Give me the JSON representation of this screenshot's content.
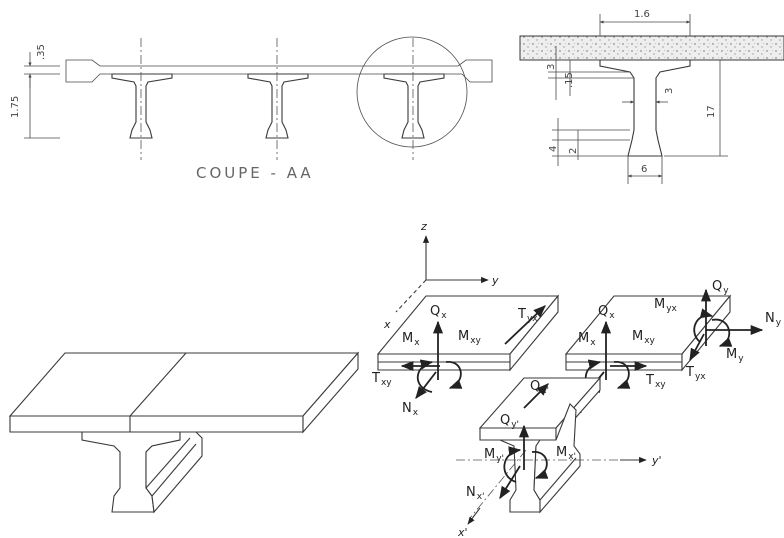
{
  "cross_section": {
    "caption": "COUPE - AA",
    "dims": {
      "slab": ".35",
      "height": "1.75"
    }
  },
  "detail": {
    "dims": {
      "flange_width": "1.6",
      "slab_t": "3",
      "haunch": ".15",
      "web": "3",
      "depth": "17",
      "bulb": "4",
      "bulb2": "2",
      "base": "6"
    }
  },
  "axes": {
    "z": "z",
    "y": "y",
    "x": "x",
    "x_prime": "x'",
    "y_prime": "y'"
  },
  "forces": {
    "Q": "Q",
    "M": "M",
    "T": "T",
    "N": "N",
    "sub_x": "x",
    "sub_y": "y",
    "sub_xy": "xy",
    "sub_yx": "yx",
    "sub_xp": "x'",
    "sub_yp": "y'"
  },
  "colors": {
    "ink": "#3a3a3a",
    "hatch": "#555555",
    "concrete": "#e4e4e4"
  }
}
